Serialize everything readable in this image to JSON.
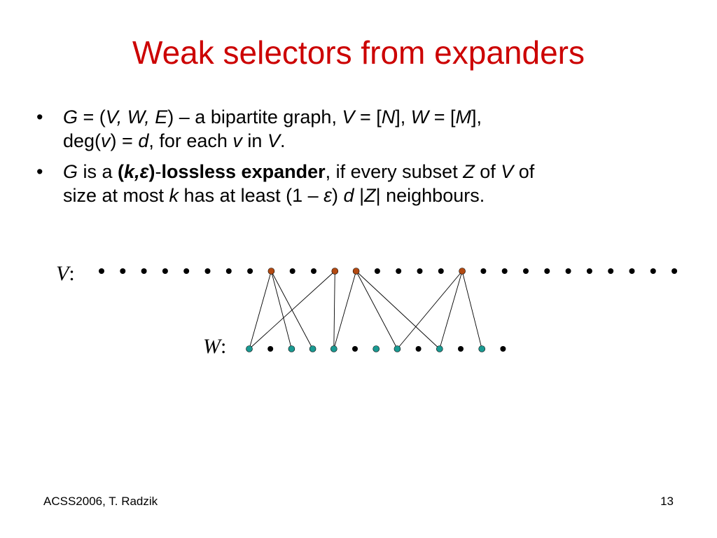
{
  "slide": {
    "title": "Weak selectors from expanders",
    "bullet_char": "•",
    "bullet1": {
      "t1": "G",
      "t2": " = (",
      "t3": "V, W, E",
      "t4": ") – a bipartite graph, ",
      "t5": "V",
      "t6": " = [",
      "t7": "N",
      "t8": "], ",
      "t9": "W",
      "t10": " = [",
      "t11": "M",
      "t12": "],",
      "t13": "deg(",
      "t14": "v",
      "t15": ") = ",
      "t16": "d",
      "t17": ", for each ",
      "t18": "v",
      "t19": " in ",
      "t20": "V",
      "t21": "."
    },
    "bullet2": {
      "t1": "G",
      "t2": " is a ",
      "t3": "(",
      "t4": "k,ε",
      "t5": ")",
      "t6": "-",
      "t7": "lossless expander",
      "t8": ", if every subset ",
      "t9": "Z",
      "t10": " of ",
      "t11": "V",
      "t12": " of",
      "t13": "size at most ",
      "t14": "k",
      "t15": " has at least (1 – ",
      "t16": "ε",
      "t17": ") ",
      "t18": "d",
      "t19": " |",
      "t20": "Z",
      "t21": "| neighbours."
    },
    "graph": {
      "v_label_var": "V",
      "v_label_colon": ":",
      "w_label_var": "W",
      "w_label_colon": ":",
      "v_count": 28,
      "w_count": 13,
      "v_highlighted": [
        8,
        11,
        12,
        17
      ],
      "w_highlighted": [
        0,
        2,
        3,
        4,
        6,
        7,
        9,
        11
      ],
      "edges": [
        [
          8,
          0
        ],
        [
          8,
          2
        ],
        [
          8,
          3
        ],
        [
          11,
          0
        ],
        [
          11,
          4
        ],
        [
          12,
          4
        ],
        [
          12,
          7
        ],
        [
          12,
          9
        ],
        [
          17,
          7
        ],
        [
          17,
          9
        ],
        [
          17,
          11
        ]
      ],
      "colors": {
        "v_highlight": "#b34a12",
        "w_highlight": "#1a9a92",
        "default_node": "#000000",
        "edge": "#000000"
      }
    },
    "footer": {
      "left": "ACSS2006, T. Radzik",
      "page": "13"
    }
  }
}
